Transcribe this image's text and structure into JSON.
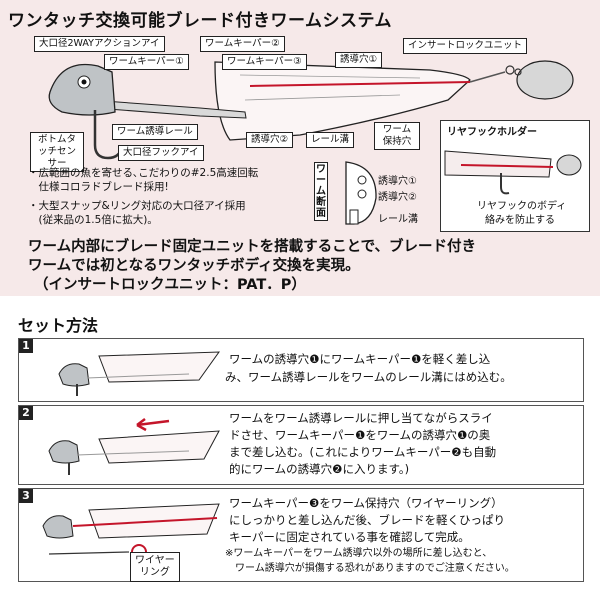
{
  "header": {
    "title": "ワンタッチ交換可能ブレード付きワームシステム"
  },
  "labels": {
    "big_eye_2way": "大口径2WAYアクションアイ",
    "worm_keeper_1": "ワームキーパー①",
    "worm_keeper_2": "ワームキーパー②",
    "worm_keeper_3": "ワームキーパー③",
    "guide_hole_1": "誘導穴①",
    "insert_lock_unit": "インサートロックユニット",
    "bottom_touch_sensor": "ボトムタッチセンサー",
    "worm_guide_rail": "ワーム誘導レール",
    "big_hook_eye": "大口径フックアイ",
    "guide_hole_2": "誘導穴②",
    "rail_groove": "レール溝",
    "worm_holding_hole": "ワーム保持穴",
    "rear_hook_holder": "リヤフックホルダー"
  },
  "features": [
    "・広範囲の魚を寄せる､こだわりの#2.5高速回転",
    "　仕様コロラドブレード採用!",
    "・大型スナップ&リング対応の大口径アイ採用",
    "　(従来品の1.5倍に拡大)｡"
  ],
  "cross_section": {
    "side_label": "ワーム断面",
    "hole1": "誘導穴①",
    "hole2": "誘導穴②",
    "rail": "レール溝"
  },
  "rear_panel": {
    "note_line1": "リヤフックのボディ",
    "note_line2": "絡みを防止する"
  },
  "headline": [
    "ワーム内部にブレード固定ユニットを搭載することで、ブレード付き",
    "ワームでは初となるワンタッチボディ交換を実現。",
    "（インサートロックユニット：PAT．P）"
  ],
  "setup": {
    "title": "セット方法",
    "steps": [
      {
        "num": "1",
        "lines": [
          "ワームの誘導穴❶にワームキーパー❶を軽く差し込",
          "み、ワーム誘導レールをワームのレール溝にはめ込む。"
        ]
      },
      {
        "num": "2",
        "lines": [
          "ワームをワーム誘導レールに押し当てながらスライ",
          "ドさせ、ワームキーパー❶をワームの誘導穴❶の奥",
          "まで差し込む。(これによりワームキーパー❷も自動",
          "的にワームの誘導穴❷に入ります。)"
        ]
      },
      {
        "num": "3",
        "lines": [
          "ワームキーパー❸をワーム保持穴（ワイヤーリング）",
          "にしっかりと差し込んだ後、ブレードを軽くひっぱり",
          "キーパーに固定されている事を確認して完成。"
        ],
        "notes": [
          "※ワームキーパーをワーム誘導穴以外の場所に差し込むと、",
          "　ワーム誘導穴が損傷する恐れがありますのでご注意ください。"
        ]
      }
    ],
    "wire_ring_line1": "ワイヤー",
    "wire_ring_line2": "リング"
  }
}
